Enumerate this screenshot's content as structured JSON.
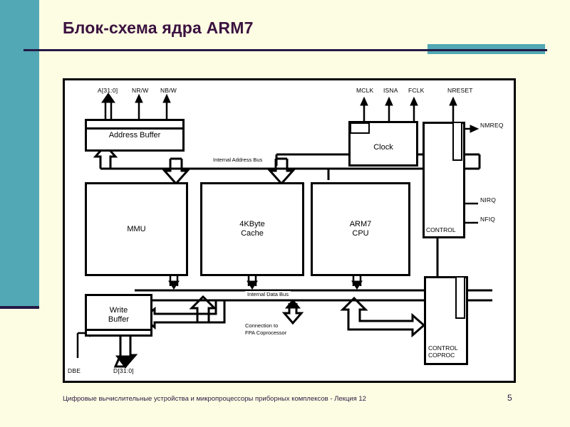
{
  "slide": {
    "title": "Блок-схема ядра ARM7",
    "footer": "Цифровые вычислительные устройства и микропроцессоры приборных комплексов - Лекция 12",
    "page_number": "5",
    "accent_color": "#52a8b4",
    "title_color": "#3b1240",
    "background_color": "#fdfde3"
  },
  "diagram": {
    "title": "ARM7 core block diagram",
    "blocks": {
      "address_buffer": "Address Buffer",
      "clock": "Clock",
      "mmu": "MMU",
      "cache_line1": "4KByte",
      "cache_line2": "Cache",
      "cpu_line1": "ARM7",
      "cpu_line2": "CPU",
      "write_buffer_line1": "Write",
      "write_buffer_line2": "Buffer",
      "control": "CONTROL",
      "control_coproc_line1": "CONTROL",
      "control_coproc_line2": "COPROC"
    },
    "buses": {
      "internal_address_bus": "Internal Address Bus",
      "internal_data_bus": "Internal Data Bus"
    },
    "signals": {
      "address_out": "A[31:0]",
      "nrw": "NR/W",
      "nbw": "NB/W",
      "mclk": "MCLK",
      "isna": "ISNA",
      "fclk": "FCLK",
      "nreset": "NRESET",
      "nmreq": "NMREQ",
      "nirq": "NIRQ",
      "nfiq": "NFIQ",
      "dbe": "DBE",
      "data_bus": "D[31:0]"
    },
    "annotations": {
      "coproc_line1": "Connection to",
      "coproc_line2": "FPA Coprocessor"
    }
  }
}
